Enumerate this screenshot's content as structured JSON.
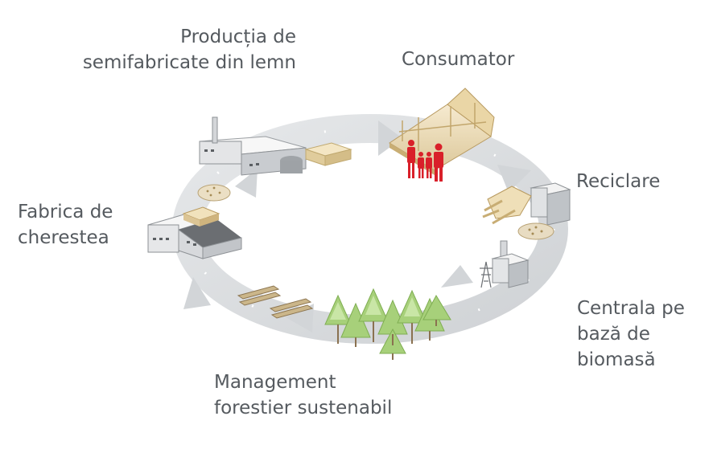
{
  "labels": {
    "productia": [
      "Producția de",
      "semifabricate din lemn"
    ],
    "consumator": [
      "Consumator"
    ],
    "reciclare": [
      "Reciclare"
    ],
    "fabrica": [
      "Fabrica de",
      "cherestea"
    ],
    "centrala": [
      "Centrala pe",
      "bază de",
      "biomasă"
    ],
    "management": [
      "Management",
      "forestier sustenabil"
    ]
  },
  "colors": {
    "text": "#555a5f",
    "cycle_arrow": "#dcdee0",
    "people": "#d9202a",
    "wood": "#f0e2c0",
    "building": "#f2f2f2",
    "tree": "#b7dc90"
  }
}
